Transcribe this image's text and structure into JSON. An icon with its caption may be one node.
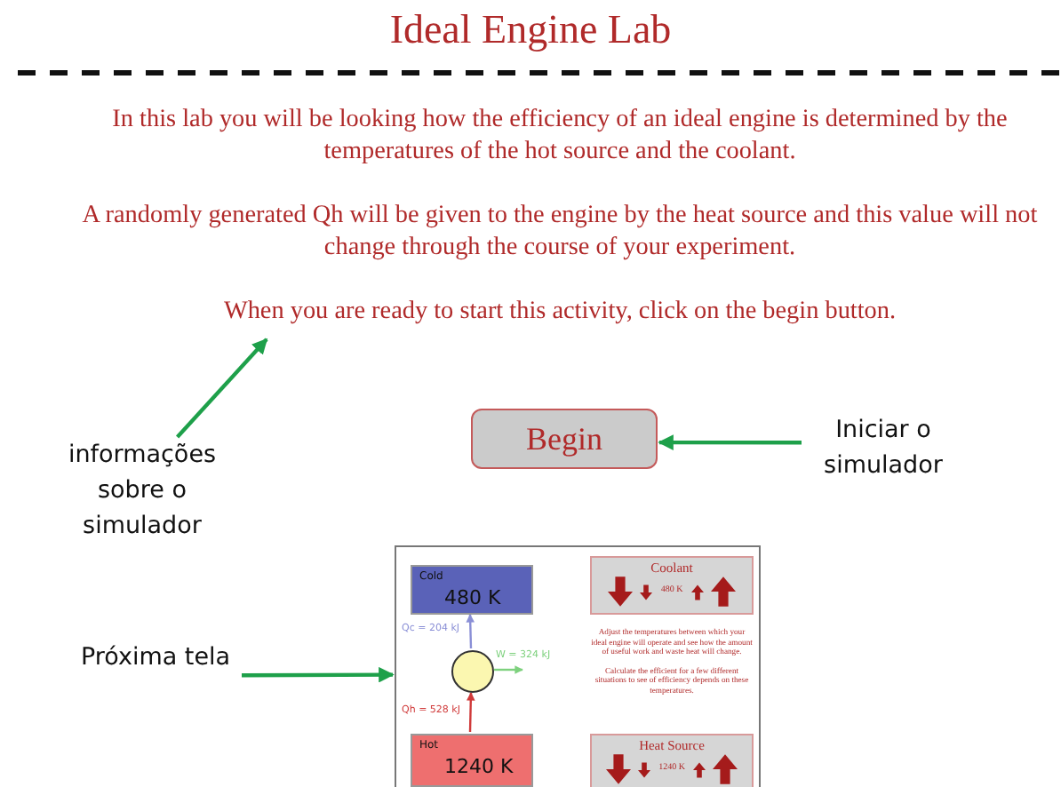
{
  "diagram": {
    "title": "Ideal Engine Lab",
    "nodes": [
      {
        "text": [
          "In this lab you will be looking how the efficiency of an ideal engine is determined by the temperatures of the hot source and the coolant.",
          "A randomly generated Qh will be given to the engine by the heat source and this value will not change through the course of your experiment.",
          "When you are ready to start this activity, click on the begin button."
        ]
      },
      {
        "text": [
          "Begin"
        ]
      },
      {
        "text": [
          "informações sobre o simulador"
        ]
      },
      {
        "text": [
          "Iniciar o simulador"
        ]
      },
      {
        "text": [
          "Próxima tela"
        ]
      },
      {
        "text": [],
        "shape": "box"
      },
      {
        "text": [
          "Cold",
          "480 K"
        ],
        "in": 5
      },
      {
        "text": [],
        "shape": "circle",
        "in": 5
      },
      {
        "text": [
          "Hot",
          "1240 K"
        ],
        "in": 5
      },
      {
        "text": [
          "Coolant",
          "480 K"
        ],
        "in": 5
      },
      {
        "text": [
          "Adjust the temperatures between which your ideal engine will operate and see how the amount of useful work and waste heat will change.",
          "Calculate the efficient for a few different situations to see of efficiency depends on these temperatures."
        ],
        "in": 5
      },
      {
        "text": [
          "Heat Source",
          "1240 K"
        ],
        "in": 5
      }
    ],
    "edges": [
      {
        "from": 2,
        "to": 0,
        "arrow": "to"
      },
      {
        "from": 3,
        "to": 1,
        "arrow": "to"
      },
      {
        "from": 4,
        "to": 5,
        "arrow": "to"
      },
      {
        "from": 8,
        "to": 7,
        "arrow": "to",
        "label": "Qh = 528 kJ",
        "color": "#d03a3a"
      },
      {
        "from": 7,
        "to": 6,
        "arrow": "to",
        "label": "Qc = 204 kJ",
        "color": "#8a8fd6"
      },
      {
        "from": 7,
        "to": null,
        "arrow": "to",
        "label": "W = 324 kJ",
        "color": "#7ed17e"
      }
    ]
  }
}
